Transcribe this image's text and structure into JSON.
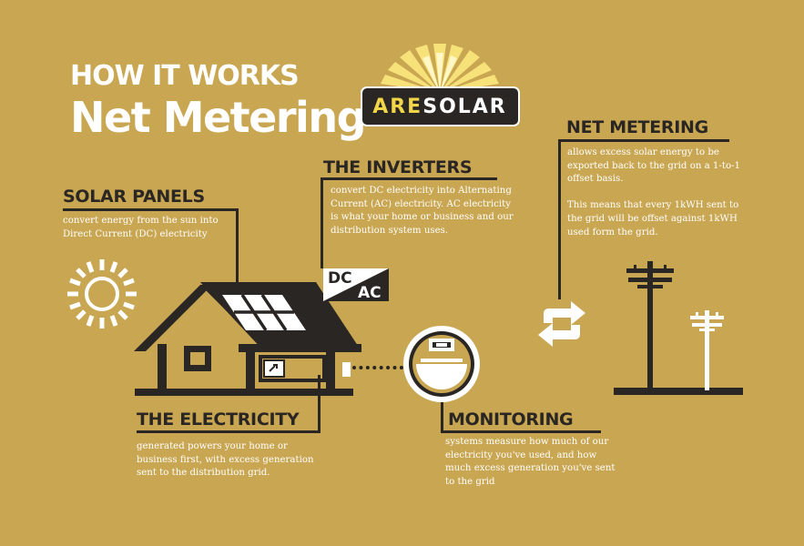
{
  "header": {
    "line1": "HOW IT WORKS",
    "line2": "Net Metering"
  },
  "logo": {
    "part1": "ARE",
    "part2": "SOLAR"
  },
  "sections": {
    "solar_panels": {
      "title": "SOLAR PANELS",
      "text": [
        "convert energy from the sun into",
        "Direct Current (DC) electricity"
      ]
    },
    "inverters": {
      "title": "THE INVERTERS",
      "text": [
        "convert DC electricity into Alternating",
        "Current (AC) electricity. AC electricity",
        "is what your home or business and our",
        "distribution system uses."
      ]
    },
    "net_metering": {
      "title": "NET METERING",
      "text": [
        "allows excess solar energy to be",
        "exported back to the grid on a 1-to-1",
        "offset basis.",
        "",
        "This means that every 1kWH sent to",
        "the grid will be offset against 1kWH",
        "used form the grid."
      ]
    },
    "electricity": {
      "title": "THE ELECTRICITY",
      "text": [
        "generated powers your home or",
        "business first, with excess generation",
        "sent to the distribution grid."
      ]
    },
    "monitoring": {
      "title": "MONITORING",
      "text": [
        "systems measure how much of our",
        "electricity you've used, and how",
        "much excess generation you've sent",
        "to the grid"
      ]
    }
  },
  "dcac": {
    "dc": "DC",
    "ac": "AC"
  },
  "colors": {
    "background": "#C9A651",
    "dark": "#2a2623",
    "white": "#ffffff",
    "logo_yellow": "#F2D64A"
  },
  "icons": [
    "sun-icon",
    "house-icon",
    "solar-panel-icon",
    "meter-icon",
    "refresh-arrows-icon",
    "utility-pole-icon",
    "dc-ac-sign-icon",
    "outlet-icon"
  ]
}
